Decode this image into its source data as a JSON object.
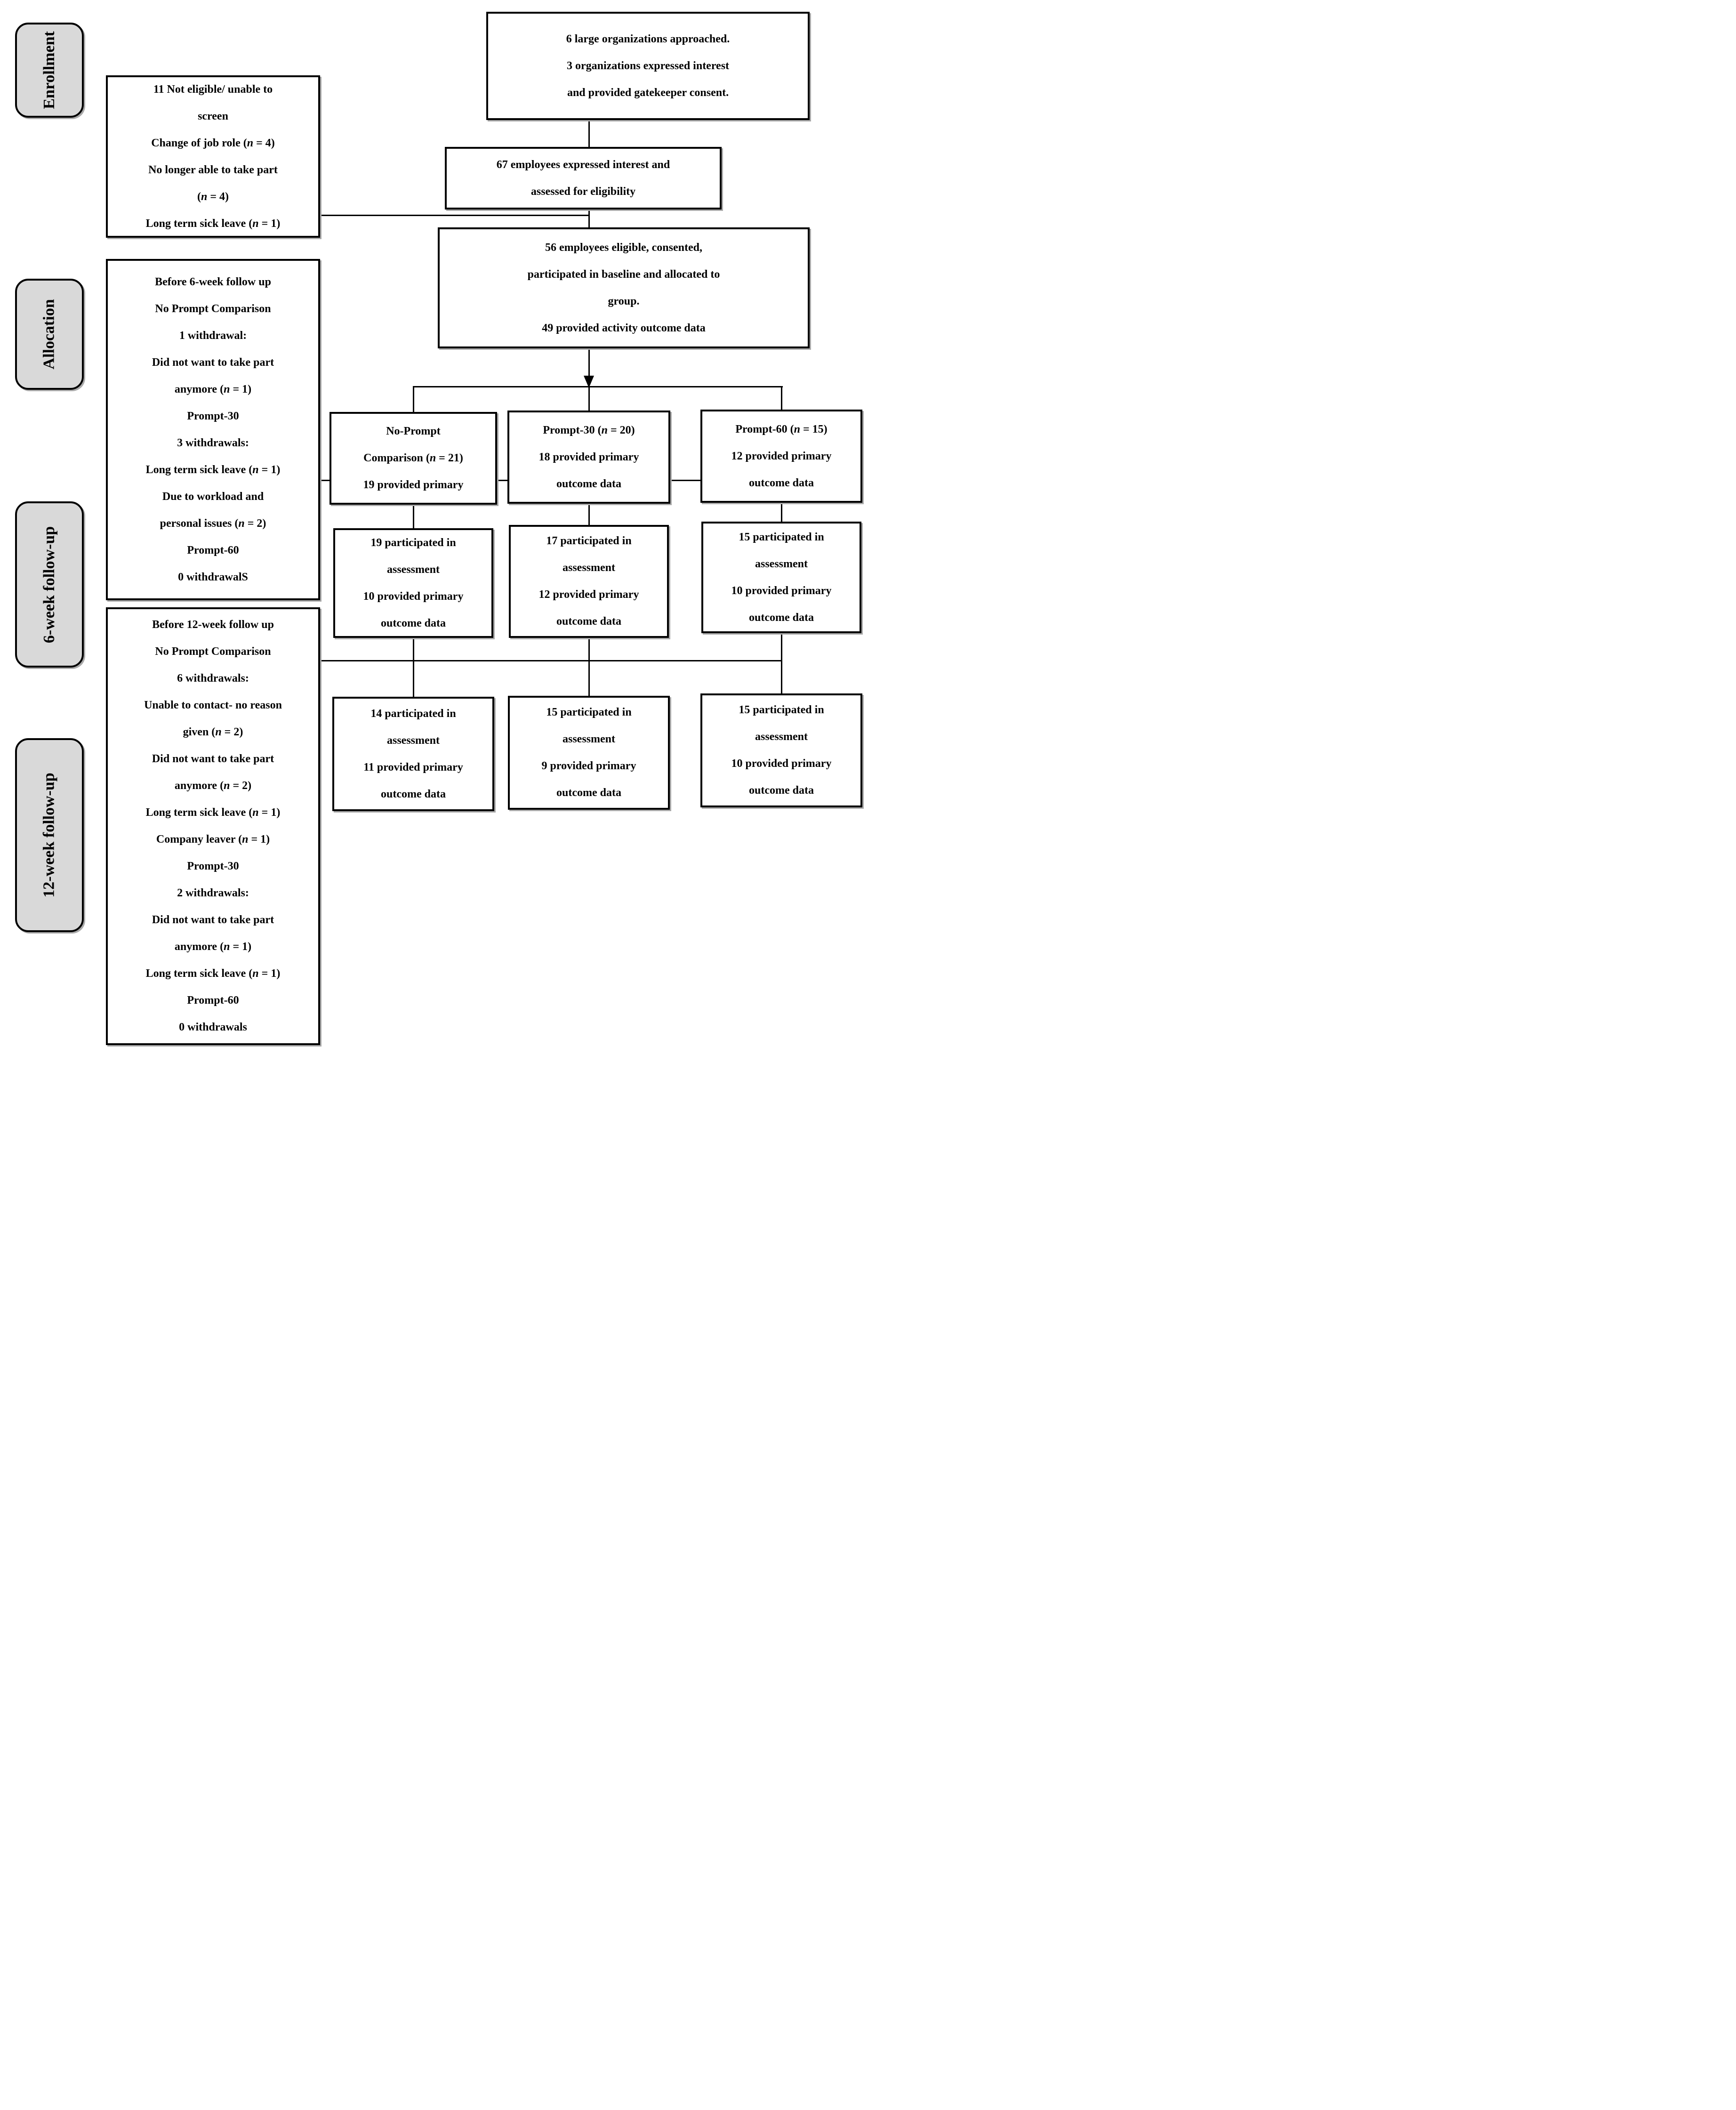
{
  "figure": {
    "type": "consort-flow-diagram",
    "colors": {
      "stage_fill": "#d9d9d9",
      "box_fill": "#ffffff",
      "line": "#000000"
    },
    "stages": [
      {
        "label": "Enrollment"
      },
      {
        "label": "Allocation"
      },
      {
        "label": "6-week follow-up"
      },
      {
        "label": "12-week follow-up"
      }
    ],
    "boxes": {
      "approached": {
        "lines": [
          "6 large organizations approached.",
          "3 organizations expressed interest",
          "and provided gatekeeper consent."
        ]
      },
      "interest": {
        "lines": [
          "67 employees expressed interest and",
          "assessed for eligibility"
        ]
      },
      "eligible": {
        "lines": [
          "56 employees eligible, consented,",
          "participated in baseline and allocated to",
          "group.",
          "49 provided activity outcome data"
        ]
      },
      "not_eligible": {
        "lines": [
          "11 Not eligible/ unable to",
          "screen",
          "Change of job role (n = 4)",
          "No longer able to take part",
          "(n = 4)",
          "Long term sick leave (n = 1)"
        ]
      },
      "before6": {
        "lines": [
          "Before 6-week follow up",
          "No Prompt Comparison",
          "1 withdrawal:",
          "Did not want to take part",
          "anymore (n = 1)",
          "Prompt-30",
          "3 withdrawals:",
          "Long term sick leave (n = 1)",
          "Due to workload and",
          "personal issues (n = 2)",
          "Prompt-60",
          "0 withdrawalS"
        ]
      },
      "before12": {
        "lines": [
          "Before 12-week follow up",
          "No Prompt Comparison",
          "6 withdrawals:",
          "Unable to contact- no reason",
          "given (n = 2)",
          "Did not want to take part",
          "anymore (n = 2)",
          "Long term sick leave (n = 1)",
          "Company leaver (n = 1)",
          "Prompt-30",
          "2 withdrawals:",
          "Did not want to take part",
          "anymore (n = 1)",
          "Long term sick leave (n = 1)",
          "Prompt-60",
          "0 withdrawals"
        ]
      },
      "alloc_no_prompt": {
        "lines": [
          "No-Prompt",
          "Comparison (n = 21)",
          "19 provided primary"
        ]
      },
      "alloc_p30": {
        "lines": [
          "Prompt-30 (n = 20)",
          "18 provided primary",
          "outcome data"
        ]
      },
      "alloc_p60": {
        "lines": [
          "Prompt-60 (n = 15)",
          "12 provided primary",
          "outcome data"
        ]
      },
      "w6_no_prompt": {
        "lines": [
          "19 participated in",
          "assessment",
          "10 provided primary",
          "outcome data"
        ]
      },
      "w6_p30": {
        "lines": [
          "17 participated in",
          "assessment",
          "12 provided primary",
          "outcome data"
        ]
      },
      "w6_p60": {
        "lines": [
          "15 participated in",
          "assessment",
          "10 provided primary",
          "outcome data"
        ]
      },
      "w12_no_prompt": {
        "lines": [
          "14 participated in",
          "assessment",
          "11 provided primary",
          "outcome data"
        ]
      },
      "w12_p30": {
        "lines": [
          "15 participated in",
          "assessment",
          "9 provided primary",
          "outcome data"
        ]
      },
      "w12_p60": {
        "lines": [
          "15 participated in",
          "assessment",
          "10 provided primary",
          "outcome data"
        ]
      }
    }
  }
}
